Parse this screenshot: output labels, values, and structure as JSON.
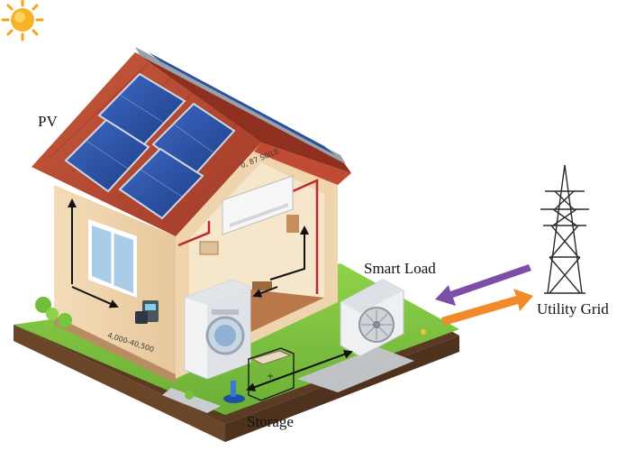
{
  "labels": {
    "pv": "PV",
    "smart_load": "Smart Load",
    "utility_grid": "Utility Grid",
    "storage": "Storage"
  },
  "wall_text": {
    "panel": "0, 87 S0ILE",
    "meter": "4,000-40,500"
  },
  "icons": [
    "sun-icon",
    "solar-panel-icon",
    "air-conditioner-icon",
    "washing-machine-icon",
    "battery-icon",
    "utility-pylon-icon",
    "smart-meter-icon"
  ],
  "colors": {
    "roof": "#b7432f",
    "wall": "#f1d6b0",
    "grass": "#7fbf3f",
    "panel": "#2b4fa0",
    "grid_import_arrow": "#7b4fa8",
    "grid_export_arrow": "#f08a2a",
    "wiring": "#c0262c"
  }
}
